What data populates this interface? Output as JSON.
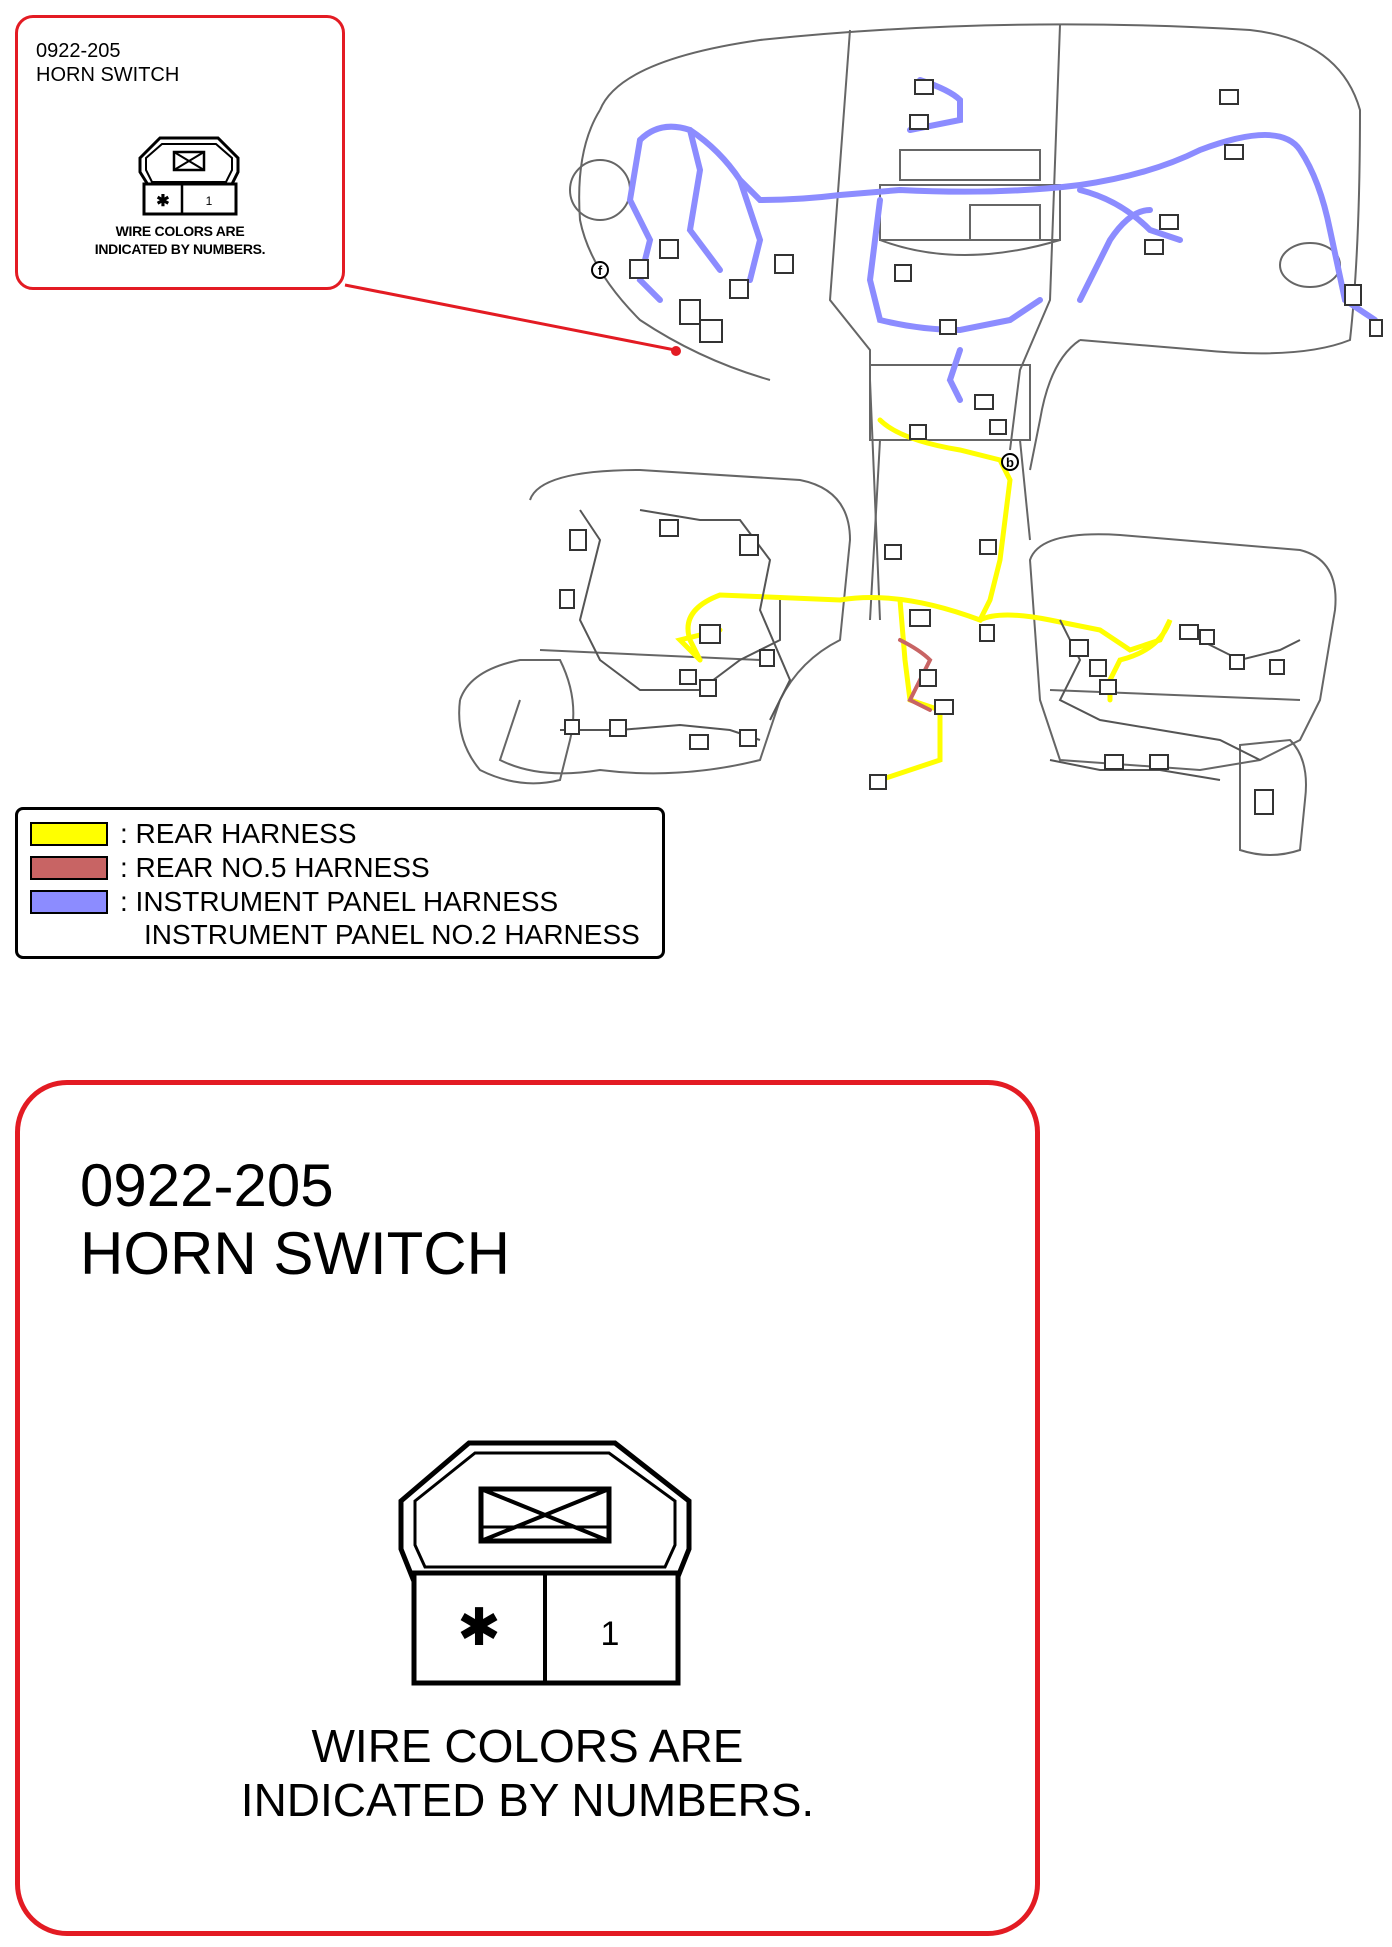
{
  "connector": {
    "code": "0922-205",
    "name": "HORN SWITCH",
    "note_line1": "WIRE COLORS ARE",
    "note_line2": "INDICATED BY NUMBERS.",
    "pin_left": "✱",
    "pin_right": "1"
  },
  "markers": {
    "f": "f",
    "b": "b"
  },
  "legend": [
    {
      "label": ": REAR HARNESS",
      "color": "#ffff00"
    },
    {
      "label": ": REAR NO.5 HARNESS",
      "color": "#c86464"
    },
    {
      "label": ": INSTRUMENT PANEL HARNESS",
      "color": "#8c8cff"
    },
    {
      "label": "INSTRUMENT PANEL NO.2 HARNESS",
      "color": ""
    }
  ],
  "colors": {
    "callout_border": "#e31b23",
    "rear_harness": "#ffff00",
    "rear_no5_harness": "#c86464",
    "instrument_panel_harness": "#8c8cff"
  }
}
